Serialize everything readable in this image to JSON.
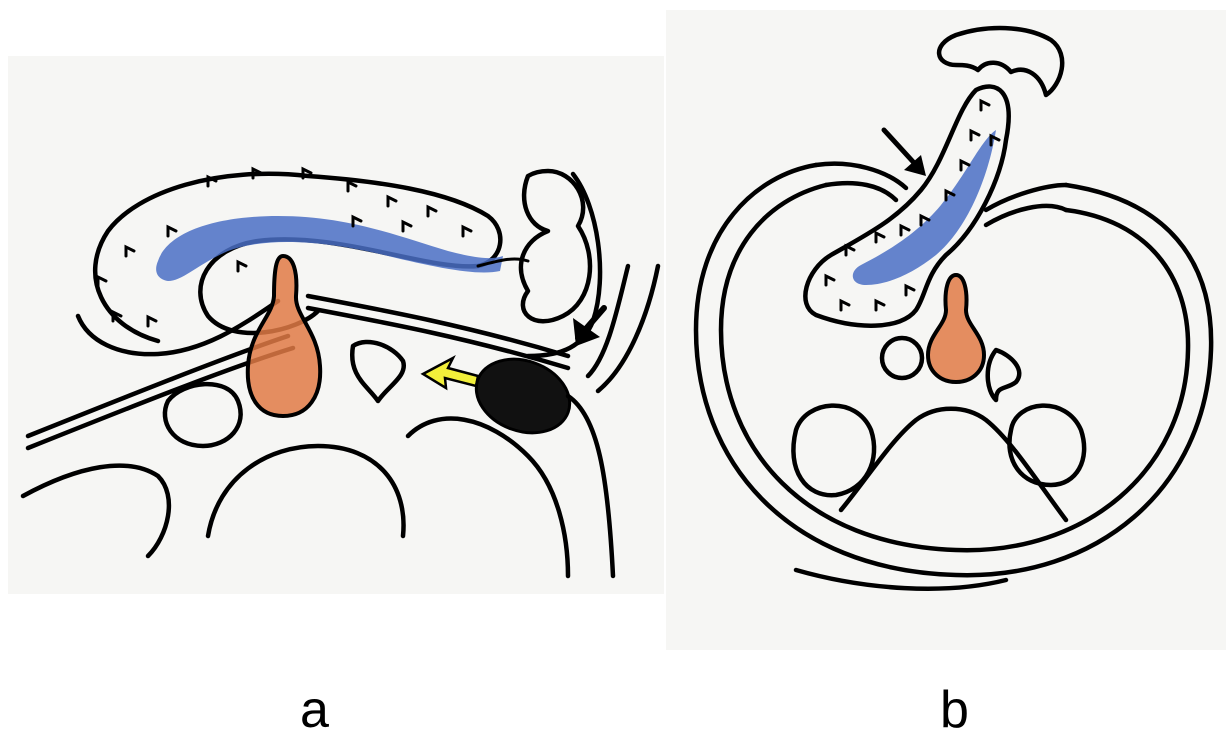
{
  "figure": {
    "panels": [
      {
        "id": "a",
        "label": "a"
      },
      {
        "id": "b",
        "label": "b"
      }
    ],
    "colors": {
      "background": "#f6f6f4",
      "ink": "#000000",
      "pancreatic_duct": "#4a6fc4",
      "aorta_orange": "#e07a45",
      "yellow_arrow": "#f2ef3a",
      "mass_black": "#111111"
    },
    "icons": [
      "arrow-icon",
      "yellow-arrow-icon"
    ]
  }
}
